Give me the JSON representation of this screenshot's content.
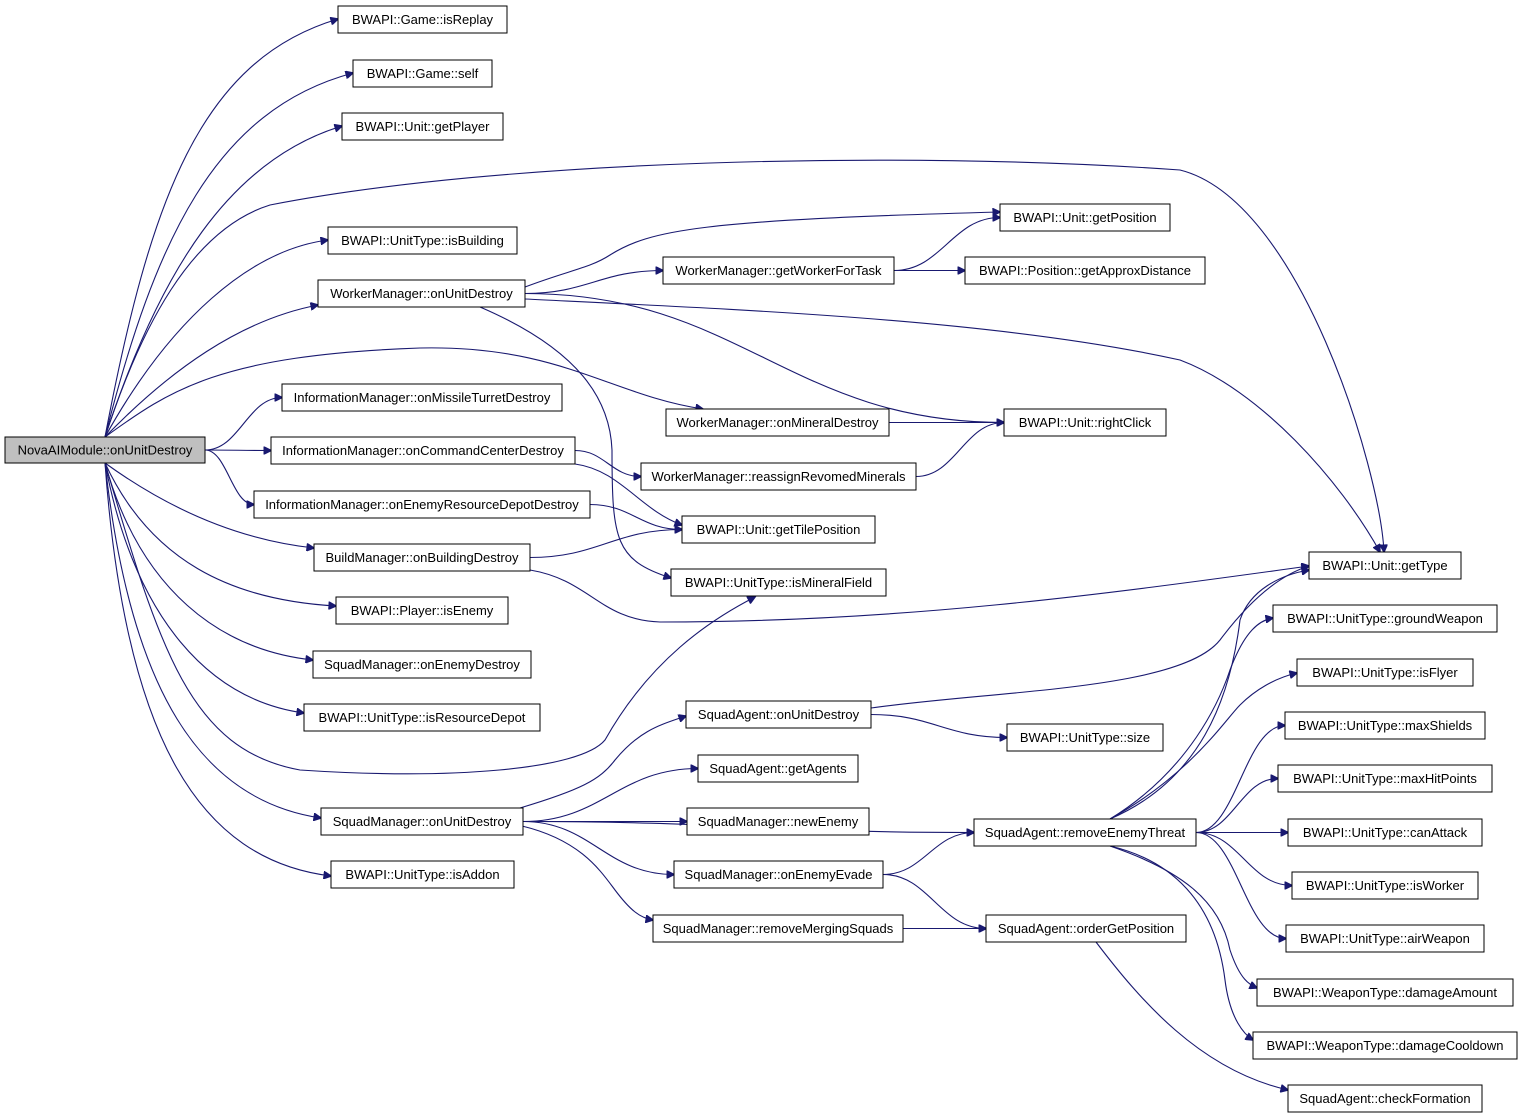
{
  "graph": {
    "root": "n0",
    "nodes": [
      {
        "id": "n0",
        "label": "NovaAIModule::onUnitDestroy",
        "root": true
      },
      {
        "id": "n1",
        "label": "BWAPI::Game::isReplay"
      },
      {
        "id": "n2",
        "label": "BWAPI::Game::self"
      },
      {
        "id": "n3",
        "label": "BWAPI::Unit::getPlayer"
      },
      {
        "id": "n4",
        "label": "BWAPI::UnitType::isBuilding"
      },
      {
        "id": "n5",
        "label": "WorkerManager::onUnitDestroy"
      },
      {
        "id": "n6",
        "label": "InformationManager::onMissileTurretDestroy"
      },
      {
        "id": "n7",
        "label": "InformationManager::onCommandCenterDestroy"
      },
      {
        "id": "n8",
        "label": "InformationManager::onEnemyResourceDepotDestroy"
      },
      {
        "id": "n9",
        "label": "BuildManager::onBuildingDestroy"
      },
      {
        "id": "n10",
        "label": "BWAPI::Player::isEnemy"
      },
      {
        "id": "n11",
        "label": "SquadManager::onEnemyDestroy"
      },
      {
        "id": "n12",
        "label": "BWAPI::UnitType::isResourceDepot"
      },
      {
        "id": "n13",
        "label": "SquadManager::onUnitDestroy"
      },
      {
        "id": "n14",
        "label": "BWAPI::UnitType::isAddon"
      },
      {
        "id": "n15",
        "label": "WorkerManager::getWorkerForTask"
      },
      {
        "id": "n16",
        "label": "WorkerManager::onMineralDestroy"
      },
      {
        "id": "n17",
        "label": "WorkerManager::reassignRevomedMinerals"
      },
      {
        "id": "n18",
        "label": "BWAPI::Unit::getTilePosition"
      },
      {
        "id": "n19",
        "label": "BWAPI::UnitType::isMineralField"
      },
      {
        "id": "n20",
        "label": "SquadAgent::onUnitDestroy"
      },
      {
        "id": "n21",
        "label": "SquadAgent::getAgents"
      },
      {
        "id": "n22",
        "label": "SquadManager::newEnemy"
      },
      {
        "id": "n23",
        "label": "SquadManager::onEnemyEvade"
      },
      {
        "id": "n24",
        "label": "SquadManager::removeMergingSquads"
      },
      {
        "id": "n25",
        "label": "BWAPI::Unit::getPosition"
      },
      {
        "id": "n26",
        "label": "BWAPI::Position::getApproxDistance"
      },
      {
        "id": "n27",
        "label": "BWAPI::Unit::rightClick"
      },
      {
        "id": "n28",
        "label": "BWAPI::UnitType::size"
      },
      {
        "id": "n29",
        "label": "SquadAgent::removeEnemyThreat"
      },
      {
        "id": "n30",
        "label": "SquadAgent::orderGetPosition"
      },
      {
        "id": "n31",
        "label": "BWAPI::Unit::getType"
      },
      {
        "id": "n32",
        "label": "BWAPI::UnitType::groundWeapon"
      },
      {
        "id": "n33",
        "label": "BWAPI::UnitType::isFlyer"
      },
      {
        "id": "n34",
        "label": "BWAPI::UnitType::maxShields"
      },
      {
        "id": "n35",
        "label": "BWAPI::UnitType::maxHitPoints"
      },
      {
        "id": "n36",
        "label": "BWAPI::UnitType::canAttack"
      },
      {
        "id": "n37",
        "label": "BWAPI::UnitType::isWorker"
      },
      {
        "id": "n38",
        "label": "BWAPI::UnitType::airWeapon"
      },
      {
        "id": "n39",
        "label": "BWAPI::WeaponType::damageAmount"
      },
      {
        "id": "n40",
        "label": "BWAPI::WeaponType::damageCooldown"
      },
      {
        "id": "n41",
        "label": "SquadAgent::checkFormation"
      }
    ],
    "edges": [
      [
        "n0",
        "n1"
      ],
      [
        "n0",
        "n2"
      ],
      [
        "n0",
        "n3"
      ],
      [
        "n0",
        "n31"
      ],
      [
        "n0",
        "n4"
      ],
      [
        "n0",
        "n5"
      ],
      [
        "n0",
        "n16"
      ],
      [
        "n0",
        "n6"
      ],
      [
        "n0",
        "n7"
      ],
      [
        "n0",
        "n8"
      ],
      [
        "n0",
        "n9"
      ],
      [
        "n0",
        "n10"
      ],
      [
        "n0",
        "n11"
      ],
      [
        "n0",
        "n12"
      ],
      [
        "n0",
        "n19"
      ],
      [
        "n0",
        "n13"
      ],
      [
        "n0",
        "n14"
      ],
      [
        "n5",
        "n25"
      ],
      [
        "n5",
        "n15"
      ],
      [
        "n5",
        "n31"
      ],
      [
        "n5",
        "n27"
      ],
      [
        "n5",
        "n19"
      ],
      [
        "n15",
        "n25"
      ],
      [
        "n15",
        "n26"
      ],
      [
        "n16",
        "n27"
      ],
      [
        "n7",
        "n17"
      ],
      [
        "n7",
        "n18"
      ],
      [
        "n17",
        "n27"
      ],
      [
        "n8",
        "n18"
      ],
      [
        "n9",
        "n18"
      ],
      [
        "n9",
        "n31"
      ],
      [
        "n13",
        "n20"
      ],
      [
        "n13",
        "n21"
      ],
      [
        "n13",
        "n22"
      ],
      [
        "n13",
        "n23"
      ],
      [
        "n13",
        "n24"
      ],
      [
        "n13",
        "n29"
      ],
      [
        "n20",
        "n31"
      ],
      [
        "n20",
        "n28"
      ],
      [
        "n23",
        "n29"
      ],
      [
        "n23",
        "n30"
      ],
      [
        "n24",
        "n30"
      ],
      [
        "n29",
        "n31"
      ],
      [
        "n29",
        "n32"
      ],
      [
        "n29",
        "n33"
      ],
      [
        "n29",
        "n34"
      ],
      [
        "n29",
        "n35"
      ],
      [
        "n29",
        "n36"
      ],
      [
        "n29",
        "n37"
      ],
      [
        "n29",
        "n38"
      ],
      [
        "n29",
        "n39"
      ],
      [
        "n29",
        "n40"
      ],
      [
        "n30",
        "n41"
      ]
    ]
  }
}
